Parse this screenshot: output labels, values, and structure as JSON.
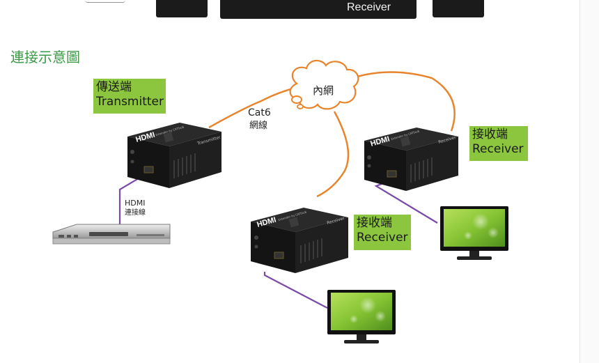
{
  "top_device_label": "Receiver",
  "section_title": "連接示意圖",
  "transmitter_box": {
    "line1": "傳送端",
    "line2": "Transmitter"
  },
  "receiver_box_right": {
    "line1": "接收端",
    "line2": "Receiver"
  },
  "receiver_box_middle": {
    "line1": "接收端",
    "line2": "Receiver"
  },
  "cloud_label": "內網",
  "cat6_label": {
    "line1": "Cat6",
    "line2": "網線"
  },
  "hdmi_cable_label": {
    "line1": "HDMI",
    "line2": "連接線"
  },
  "device_brand": "HDMI",
  "device_caption": "Extender by CAT5e/6",
  "transmitter_side_text": "Transmitter",
  "receiver_side_text": "Receiver",
  "colors": {
    "title_green": "#3a9a45",
    "label_box_green": "#8cc63f",
    "ethernet_orange": "#e8842c",
    "hdmi_purple": "#7a4aa8",
    "device_black": "#1e1e1e",
    "screen_green": "#8cc53c"
  }
}
